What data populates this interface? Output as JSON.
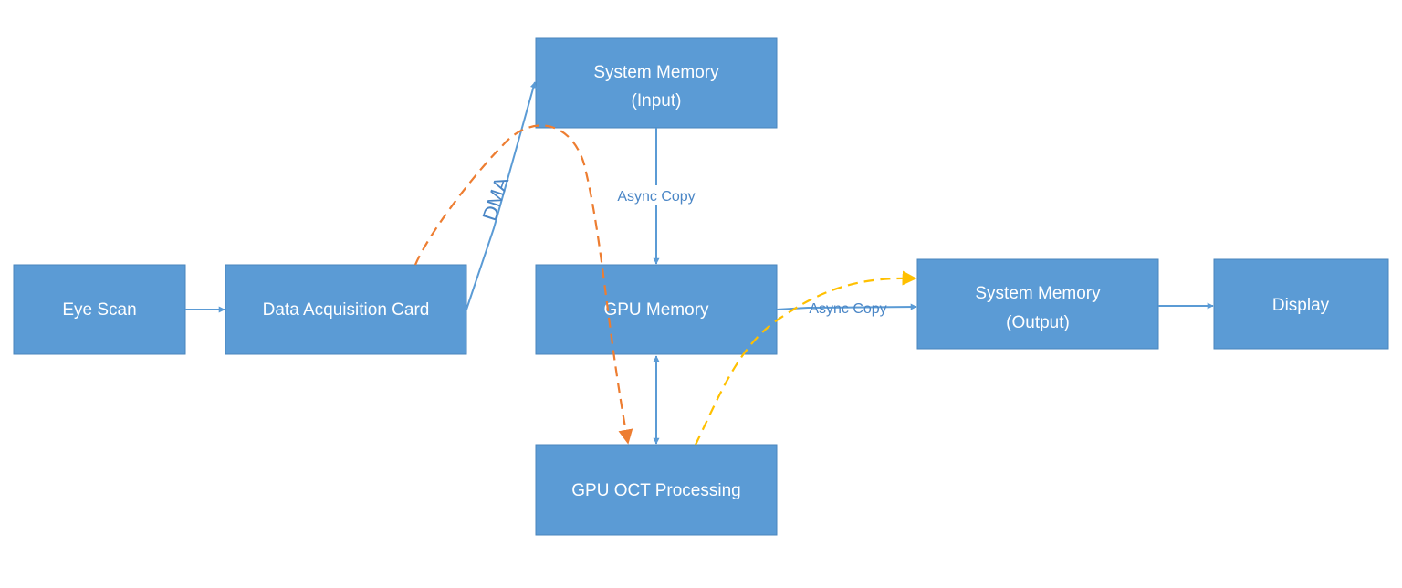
{
  "nodes": {
    "eye_scan": "Eye Scan",
    "data_acquisition_card": "Data Acquisition Card",
    "system_memory_input": [
      "System Memory",
      "(Input)"
    ],
    "gpu_memory": "GPU Memory",
    "gpu_oct_processing": "GPU OCT Processing",
    "system_memory_output": [
      "System Memory",
      "(Output)"
    ],
    "display": "Display"
  },
  "edge_labels": {
    "dma": "DMA",
    "async_copy_input_to_gpu": "Async Copy",
    "async_copy_gpu_to_output": "Async Copy"
  },
  "colors": {
    "node_fill": "#5b9bd5",
    "connector": "#5b9bd5",
    "label_text": "#4a86c6",
    "input_path_dashed": "#ed7d31",
    "output_path_dashed": "#ffc000"
  }
}
